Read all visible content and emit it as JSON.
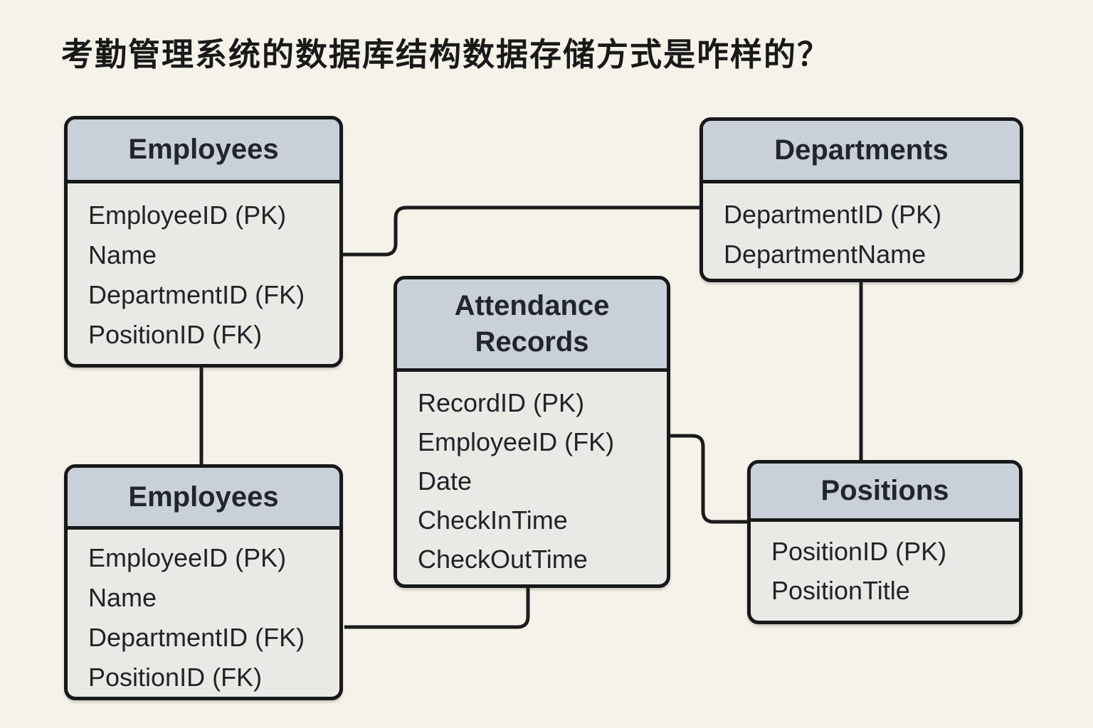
{
  "page": {
    "title": "考勤管理系统的数据库结构数据存储方式是咋样的？"
  },
  "colors": {
    "background": "#f5f2e9",
    "table_header_fill": "#c9d0da",
    "table_body_fill": "#e9e9e6",
    "border_and_lines": "#17181a",
    "text": "#202429"
  },
  "tables": [
    {
      "id": "employees-top",
      "title": "Employees",
      "fields": [
        "EmployeeID (PK)",
        "Name",
        "DepartmentID (FK)",
        "PositionID (FK)"
      ]
    },
    {
      "id": "departments",
      "title": "Departments",
      "fields": [
        "DepartmentID (PK)",
        "DepartmentName"
      ]
    },
    {
      "id": "attendance-records",
      "title": "Attendance Records",
      "fields": [
        "RecordID (PK)",
        "EmployeeID (FK)",
        "Date",
        "CheckInTime",
        "CheckOutTime"
      ]
    },
    {
      "id": "employees-bottom",
      "title": "Employees",
      "fields": [
        "EmployeeID (PK)",
        "Name",
        "DepartmentID (FK)",
        "PositionID (FK)"
      ]
    },
    {
      "id": "positions",
      "title": "Positions",
      "fields": [
        "PositionID (PK)",
        "PositionTitle"
      ]
    }
  ],
  "relationships": [
    {
      "from": "employees-top",
      "to": "departments"
    },
    {
      "from": "employees-top",
      "to": "employees-bottom"
    },
    {
      "from": "departments",
      "to": "positions"
    },
    {
      "from": "attendance-records",
      "to": "positions"
    },
    {
      "from": "attendance-records",
      "to": "employees-bottom"
    }
  ]
}
